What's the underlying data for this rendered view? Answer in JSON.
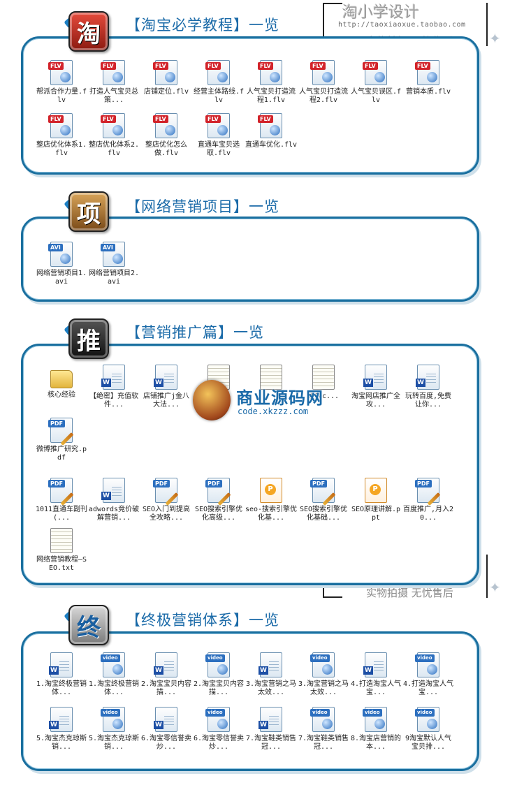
{
  "watermark": {
    "title": "淘小学设计",
    "url": "http://taoxiaoxue.taobao.com",
    "slogan": "实物拍摄 无忧售后"
  },
  "center_logo": {
    "title": "商业源码网",
    "url": "code.xkzzz.com"
  },
  "colors": {
    "accent": "#1a6aa8",
    "border": "#1a6f9f",
    "flv_tag": "#d2232a"
  },
  "sections": [
    {
      "badge": "淘",
      "title": "【淘宝必学教程】一览",
      "files": [
        {
          "type": "flv",
          "name": "帮派合作力量.flv"
        },
        {
          "type": "flv",
          "name": "打造人气宝贝总策..."
        },
        {
          "type": "flv",
          "name": "店铺定位.flv"
        },
        {
          "type": "flv",
          "name": "经营主体路线.flv"
        },
        {
          "type": "flv",
          "name": "人气宝贝打造流程1.flv"
        },
        {
          "type": "flv",
          "name": "人气宝贝打造流程2.flv"
        },
        {
          "type": "flv",
          "name": "人气宝贝误区.flv"
        },
        {
          "type": "flv",
          "name": "营销本质.flv"
        },
        {
          "type": "flv",
          "name": "整店优化体系1.flv"
        },
        {
          "type": "flv",
          "name": "整店优化体系2.flv"
        },
        {
          "type": "flv",
          "name": "整店优化怎么做.flv"
        },
        {
          "type": "flv",
          "name": "直通车宝贝选取.flv"
        },
        {
          "type": "flv",
          "name": "直通车优化.flv"
        }
      ]
    },
    {
      "badge": "项",
      "title": "【网络营销项目】一览",
      "files": [
        {
          "type": "avi",
          "name": "网络营销项目1.avi"
        },
        {
          "type": "avi",
          "name": "网络营销项目2.avi"
        }
      ]
    },
    {
      "badge": "推",
      "title": "【营销推广篇】一览",
      "files": [
        {
          "type": "folder",
          "name": "核心经验"
        },
        {
          "type": "doc",
          "name": "【绝密】充值软件..."
        },
        {
          "type": "doc",
          "name": "店铺推广j金八大法..."
        },
        {
          "type": "txt",
          "name": ""
        },
        {
          "type": "txt",
          "name": ""
        },
        {
          "type": "txt",
          "name": "索规c..."
        },
        {
          "type": "doc",
          "name": "淘宝网店推广全攻..."
        },
        {
          "type": "doc",
          "name": "玩转百度,免费让你..."
        },
        {
          "type": "pdf",
          "name": "微博推广研究.pdf"
        },
        {
          "type": "pdf",
          "name": "1011直通车副刊(..."
        },
        {
          "type": "doc",
          "name": "adwords竞价破解营销..."
        },
        {
          "type": "pdf",
          "name": "SEO入门到提高全攻略..."
        },
        {
          "type": "pdf",
          "name": "SEO搜索引擎优化高级..."
        },
        {
          "type": "ppt",
          "name": "seo-搜索引擎优化基..."
        },
        {
          "type": "pdf",
          "name": "SEO搜索引擎优化基础..."
        },
        {
          "type": "ppt",
          "name": "SEO原理讲解.ppt"
        },
        {
          "type": "pdf",
          "name": "百度推广,月入20..."
        },
        {
          "type": "txt",
          "name": "网络营销教程—SEO.txt"
        }
      ]
    },
    {
      "badge": "终",
      "title": "【终极营销体系】一览",
      "files": [
        {
          "type": "doc",
          "name": "1.淘宝终极营销体..."
        },
        {
          "type": "video",
          "name": "1.淘宝终极营销体..."
        },
        {
          "type": "doc",
          "name": "2.淘宝宝贝内容描..."
        },
        {
          "type": "video",
          "name": "2.淘宝宝贝内容描..."
        },
        {
          "type": "doc",
          "name": "3.淘宝营销之马太效..."
        },
        {
          "type": "video",
          "name": "3.淘宝营销之马太效..."
        },
        {
          "type": "doc",
          "name": "4.打造淘宝人气宝..."
        },
        {
          "type": "video",
          "name": "4.打造淘宝人气宝..."
        },
        {
          "type": "doc",
          "name": "5.淘宝杰克琼斯销..."
        },
        {
          "type": "video",
          "name": "5.淘宝杰克琼斯销..."
        },
        {
          "type": "doc",
          "name": "6.淘宝零信誉卖炒..."
        },
        {
          "type": "video",
          "name": "6.淘宝零信誉卖炒..."
        },
        {
          "type": "doc",
          "name": "7.淘宝鞋类销售冠..."
        },
        {
          "type": "video",
          "name": "7.淘宝鞋类销售冠..."
        },
        {
          "type": "video",
          "name": "8.淘宝店营销的本..."
        },
        {
          "type": "video",
          "name": "9淘宝默认人气宝贝排..."
        }
      ]
    }
  ]
}
